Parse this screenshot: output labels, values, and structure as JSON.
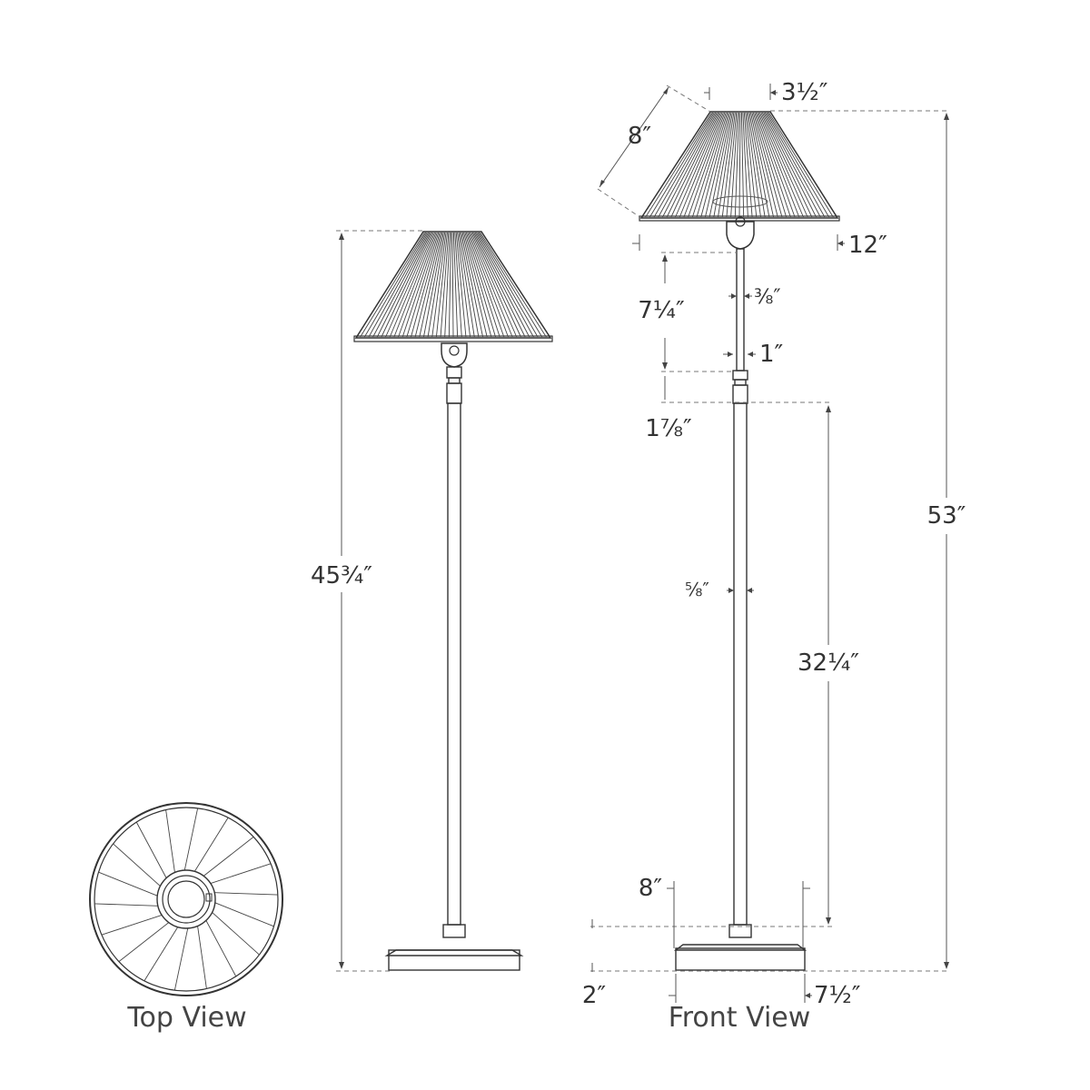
{
  "labels": {
    "top_view": "Top View",
    "front_view": "Front View"
  },
  "dimensions": {
    "overall_height_side": "45¾″",
    "overall_height_front": "53″",
    "shade_top_width": "3½″",
    "shade_slant_height": "8″",
    "shade_bottom_width": "12″",
    "neck_height": "7¼″",
    "neck_diameter": "⅜″",
    "socket_width": "1″",
    "knuckle_height": "1⅞″",
    "stem_diameter": "⅝″",
    "stem_height": "32¼″",
    "base_top_width": "8″",
    "base_height": "2″",
    "base_width": "7½″"
  },
  "colors": {
    "line": "#333333",
    "dashed": "#777777"
  }
}
